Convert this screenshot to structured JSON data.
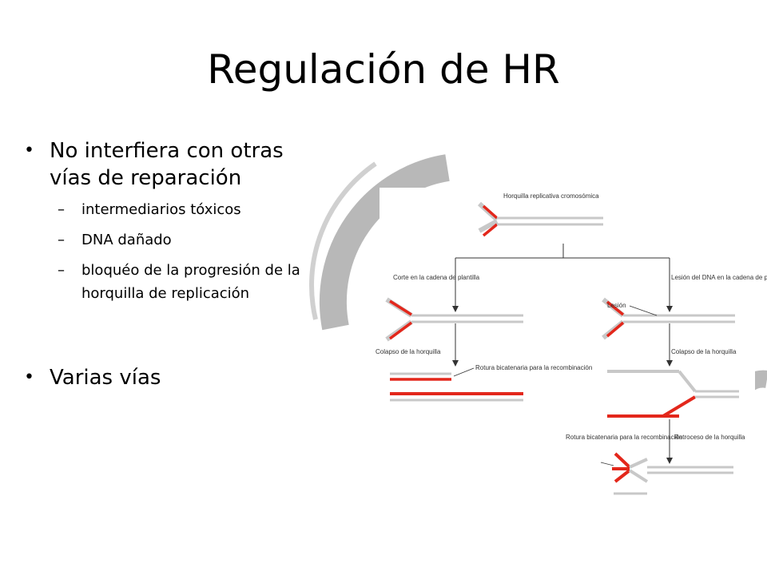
{
  "slide": {
    "title": "Regulación de HR",
    "bullets": [
      {
        "text": "No interfiera con otras vías de reparación",
        "sub": [
          "intermediarios tóxicos",
          "DNA dañado",
          "bloquéo de la progresión de la horquilla de replicación"
        ]
      },
      {
        "text": "Varias vías"
      }
    ]
  },
  "figure": {
    "top_label": "Horquilla replicativa cromosómica",
    "left_branch_label": "Corte en la cadena de plantilla",
    "right_branch_label": "Lesión del DNA en la cadena de plantilla",
    "lesion_label": "Lesión",
    "collapse_left_label": "Colapso de la horquilla",
    "break_left_label": "Rotura bicatenaria para la recombinación",
    "collapse_right_label": "Colapso de la horquilla",
    "regression_label": "Retroceso de la horquilla",
    "break_right_label": "Rotura bicatenaria para la recombinación"
  },
  "colors": {
    "strand_red": "#e3271b",
    "strand_grey": "#c8c8c8",
    "ring": "#999999"
  }
}
